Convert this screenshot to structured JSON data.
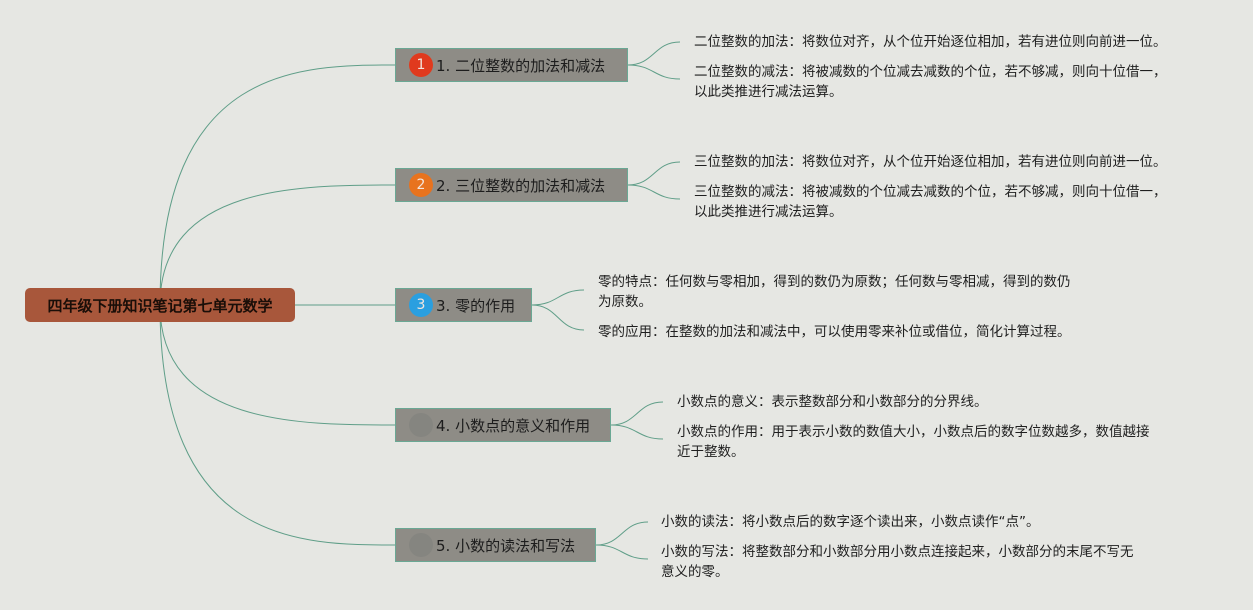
{
  "root": {
    "label": "四年级下册知识笔记第七单元数学"
  },
  "colors": {
    "root_bg": "#a8573b",
    "topic_bg": "#8e8c86",
    "topic_border": "#6aa894",
    "connector": "#5f9e88",
    "page_bg": "#e6e7e3"
  },
  "topics": [
    {
      "badge": "1",
      "badge_color": "#e03a1e",
      "label": "1. 二位整数的加法和减法",
      "notes": [
        [
          "二位整数的加法：将数位对齐，从个位开始逐位相加，若有进位则向前进一位。"
        ],
        [
          "二位整数的减法：将被减数的个位减去减数的个位，若不够减，则向十位借一，",
          "以此类推进行减法运算。"
        ]
      ]
    },
    {
      "badge": "2",
      "badge_color": "#e8731e",
      "label": "2. 三位整数的加法和减法",
      "notes": [
        [
          "三位整数的加法：将数位对齐，从个位开始逐位相加，若有进位则向前进一位。"
        ],
        [
          "三位整数的减法：将被减数的个位减去减数的个位，若不够减，则向十位借一，",
          "以此类推进行减法运算。"
        ]
      ]
    },
    {
      "badge": "3",
      "badge_color": "#2a9fe0",
      "label": "3. 零的作用",
      "notes": [
        [
          "零的特点：任何数与零相加，得到的数仍为原数；任何数与零相减，得到的数仍",
          "为原数。"
        ],
        [
          "零的应用：在整数的加法和减法中，可以使用零来补位或借位，简化计算过程。"
        ]
      ]
    },
    {
      "badge": "",
      "badge_color": "#858580",
      "label": "4. 小数点的意义和作用",
      "notes": [
        [
          "小数点的意义：表示整数部分和小数部分的分界线。"
        ],
        [
          "小数点的作用：用于表示小数的数值大小，小数点后的数字位数越多，数值越接",
          "近于整数。"
        ]
      ]
    },
    {
      "badge": "",
      "badge_color": "#858580",
      "label": "5. 小数的读法和写法",
      "notes": [
        [
          "小数的读法：将小数点后的数字逐个读出来，小数点读作“点”。"
        ],
        [
          "小数的写法：将整数部分和小数部分用小数点连接起来，小数部分的末尾不写无",
          "意义的零。"
        ]
      ]
    }
  ]
}
